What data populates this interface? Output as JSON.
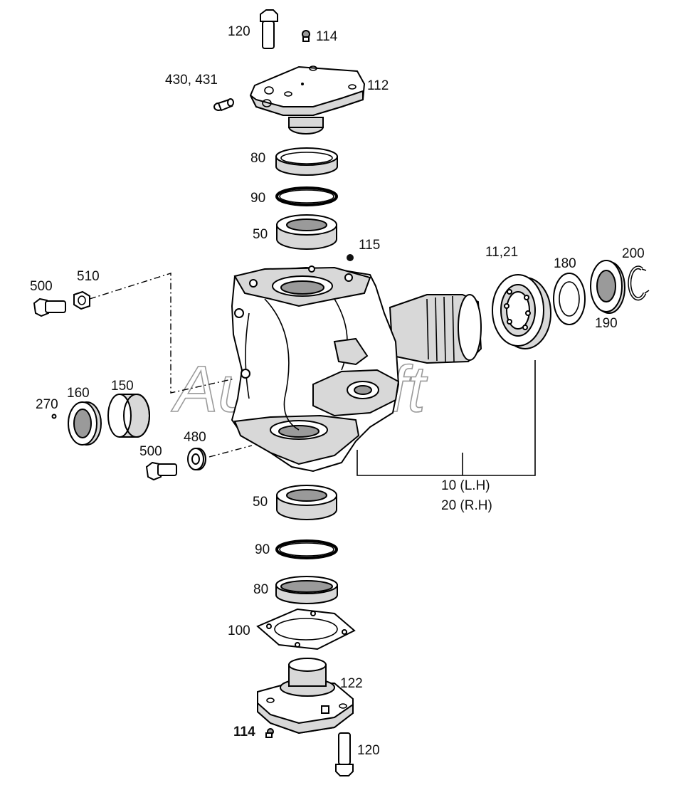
{
  "diagram": {
    "watermark": "AutoSoft",
    "labels": {
      "bolt_top": "120",
      "nipple_top": "114",
      "plug": "430, 431",
      "top_cover": "112",
      "bushing_top": "80",
      "oring_top": "90",
      "bearing_top": "50",
      "ball": "115",
      "seal_right": "11,21",
      "washer_180": "180",
      "ring_200": "200",
      "shim_190": "190",
      "bolt_500_top": "500",
      "nut_510": "510",
      "item_270": "270",
      "seal_160": "160",
      "bushing_150": "150",
      "bolt_500_bottom": "500",
      "washer_480": "480",
      "knuckle_lh": "10 (L.H)",
      "knuckle_rh": "20 (R.H)",
      "bearing_bottom": "50",
      "oring_bottom": "90",
      "bushing_bottom": "80",
      "gasket": "100",
      "bottom_cover": "122",
      "nipple_bottom": "114",
      "bolt_bottom": "120"
    }
  }
}
